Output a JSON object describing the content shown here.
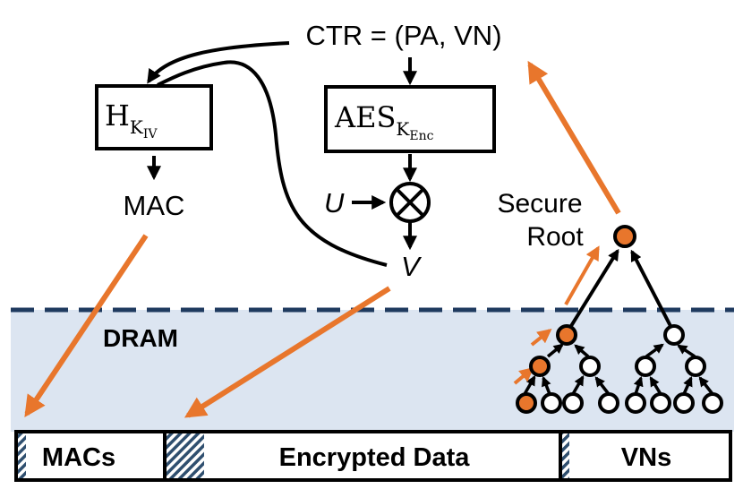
{
  "ctr_label": "CTR = (PA, VN)",
  "hash_box": {
    "base": "H",
    "sub1": "K",
    "sub2": "IV"
  },
  "aes_box": {
    "base": "AES",
    "sub1": "K",
    "sub2": "Enc"
  },
  "mac_label": "MAC",
  "u_label": "U",
  "v_label": "V",
  "secure_root_line1": "Secure",
  "secure_root_line2": "Root",
  "dram_label": "DRAM",
  "memory": {
    "macs": "MACs",
    "encrypted_data": "Encrypted Data",
    "vns": "VNs"
  },
  "colors": {
    "orange": "#E8762C",
    "dram_bg": "#DCE5F1",
    "dash": "#1F3A5F",
    "hatch": "#2F4F6F"
  }
}
